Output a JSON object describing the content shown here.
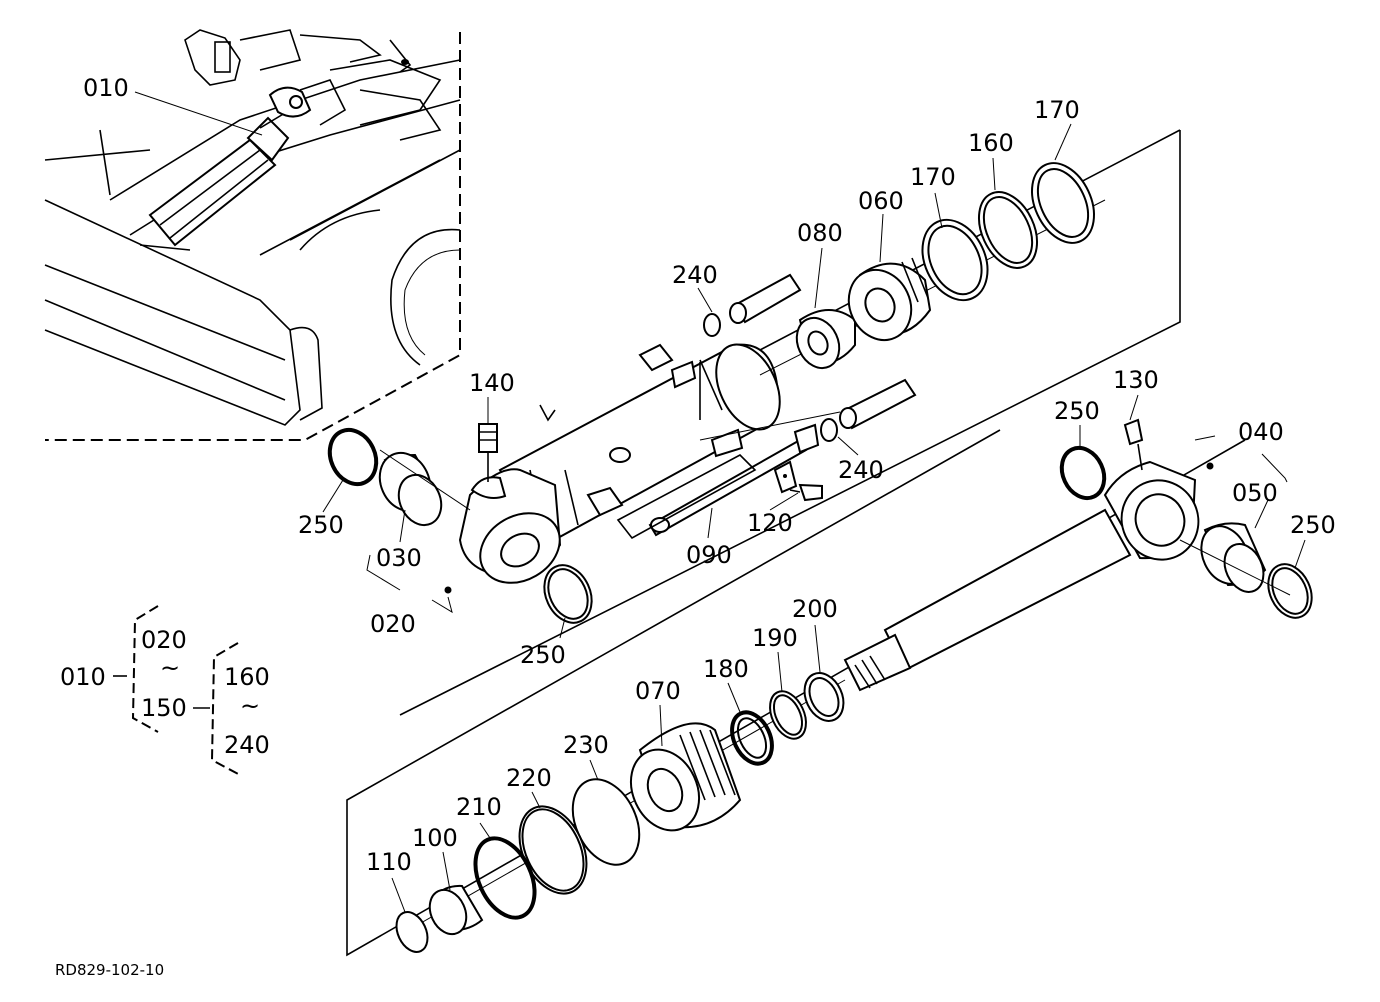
{
  "labels": {
    "p010": "010",
    "p020": "020",
    "p030": "030",
    "p040": "040",
    "p050": "050",
    "p060": "060",
    "p070": "070",
    "p080": "080",
    "p090": "090",
    "p100": "100",
    "p110": "110",
    "p120": "120",
    "p130": "130",
    "p140": "140",
    "p160": "160",
    "p170a": "170",
    "p170b": "170",
    "p180": "180",
    "p190": "190",
    "p200": "200",
    "p210": "210",
    "p220": "220",
    "p230": "230",
    "p240a": "240",
    "p240b": "240",
    "p250a": "250",
    "p250b": "250",
    "p250c": "250",
    "p250d": "250"
  },
  "legend": {
    "root": "010",
    "range1_start": "020",
    "range1_end": "150",
    "range2_start": "160",
    "range2_end": "240",
    "tilde": "~"
  },
  "drawing_code": "RD829-102-10"
}
